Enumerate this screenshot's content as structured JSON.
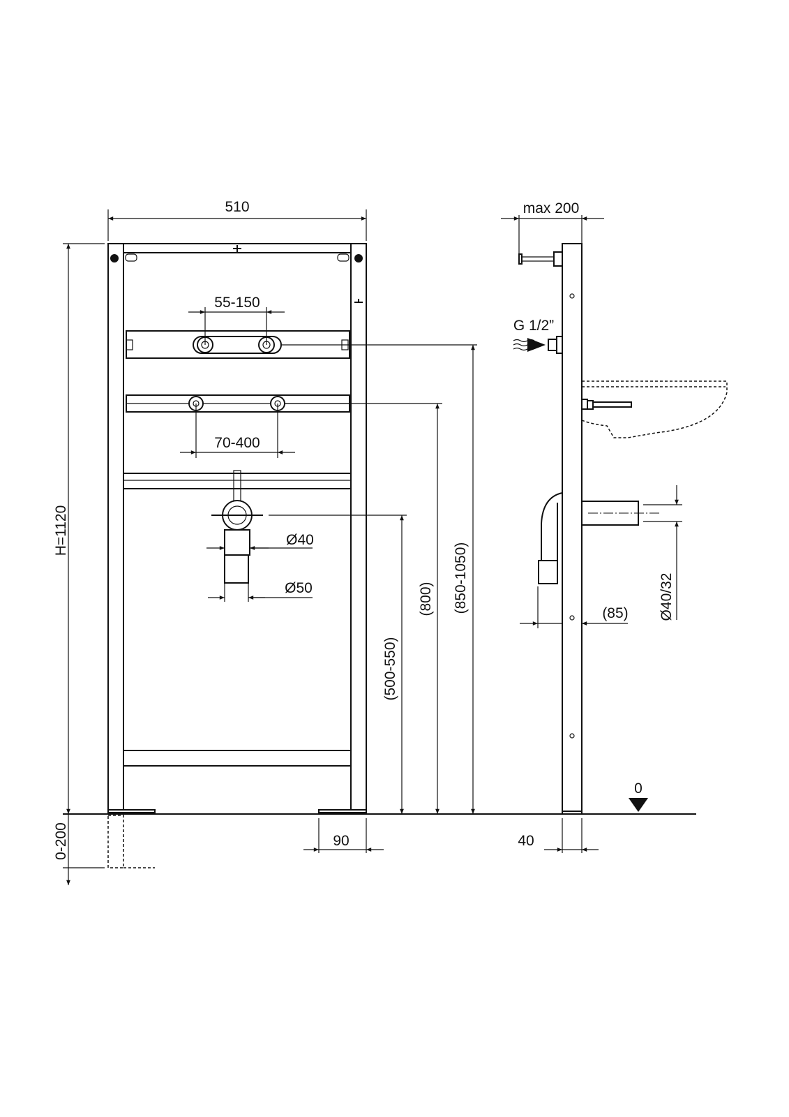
{
  "front_view": {
    "width_label": "510",
    "height_label": "H=1120",
    "leg_adjust_label": "0-200",
    "tap_spacing_label": "55-150",
    "bracket_spacing_label": "70-400",
    "drain_d40_label": "Ø40",
    "drain_d50_label": "Ø50",
    "tap_height_label": "(850-1050)",
    "basin_height_label": "(800)",
    "drain_height_label": "(500-550)",
    "foot_label": "90"
  },
  "side_view": {
    "tap_depth_label": "max 200",
    "supply_label": "G 1/2”",
    "drain_pipe_label": "Ø40/32",
    "trap_offset_label": "(85)",
    "depth_label": "40",
    "floor_level_label": "0"
  },
  "colors": {
    "line": "#111111",
    "background": "#ffffff"
  }
}
